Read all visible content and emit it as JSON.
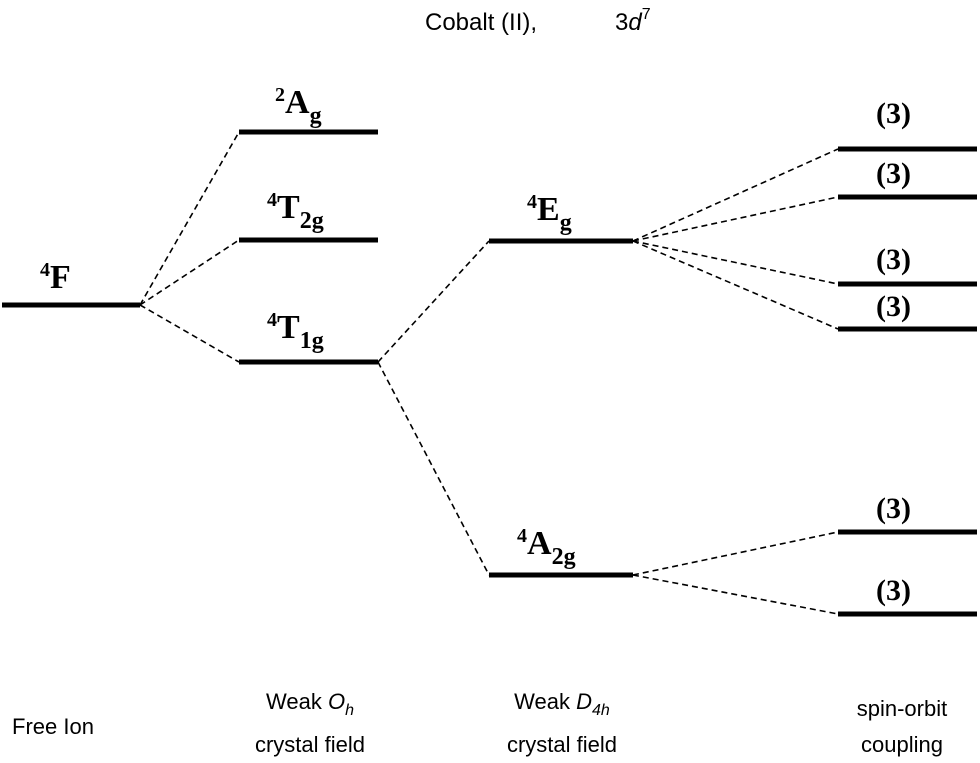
{
  "title": {
    "element": "Cobalt (II),",
    "config_main": "3",
    "config_orbital": "d",
    "config_exp": "7"
  },
  "levels": {
    "free_ion": {
      "sup": "4",
      "main": "F",
      "sub": ""
    },
    "oh_top": {
      "sup": "2",
      "main": "A",
      "sub": "g"
    },
    "oh_mid": {
      "sup": "4",
      "main": "T",
      "sub": "2g"
    },
    "oh_low": {
      "sup": "4",
      "main": "T",
      "sub": "1g"
    },
    "d4h_eg": {
      "sup": "4",
      "main": "E",
      "sub": "g"
    },
    "d4h_a2g": {
      "sup": "4",
      "main": "A",
      "sub": "2g"
    }
  },
  "spin_orbit_labels": [
    "(3)",
    "(3)",
    "(3)",
    "(3)",
    "(3)",
    "(3)"
  ],
  "columns": {
    "free_ion": {
      "line1": "Free Ion"
    },
    "oh": {
      "line1_prefix": "Weak ",
      "line1_sym": "O",
      "line1_sub": "h",
      "line2": "crystal field"
    },
    "d4h": {
      "line1_prefix": "Weak ",
      "line1_sym": "D",
      "line1_sub": "4h",
      "line2": "crystal field"
    },
    "so": {
      "line1": "spin-orbit",
      "line2": "coupling"
    }
  }
}
